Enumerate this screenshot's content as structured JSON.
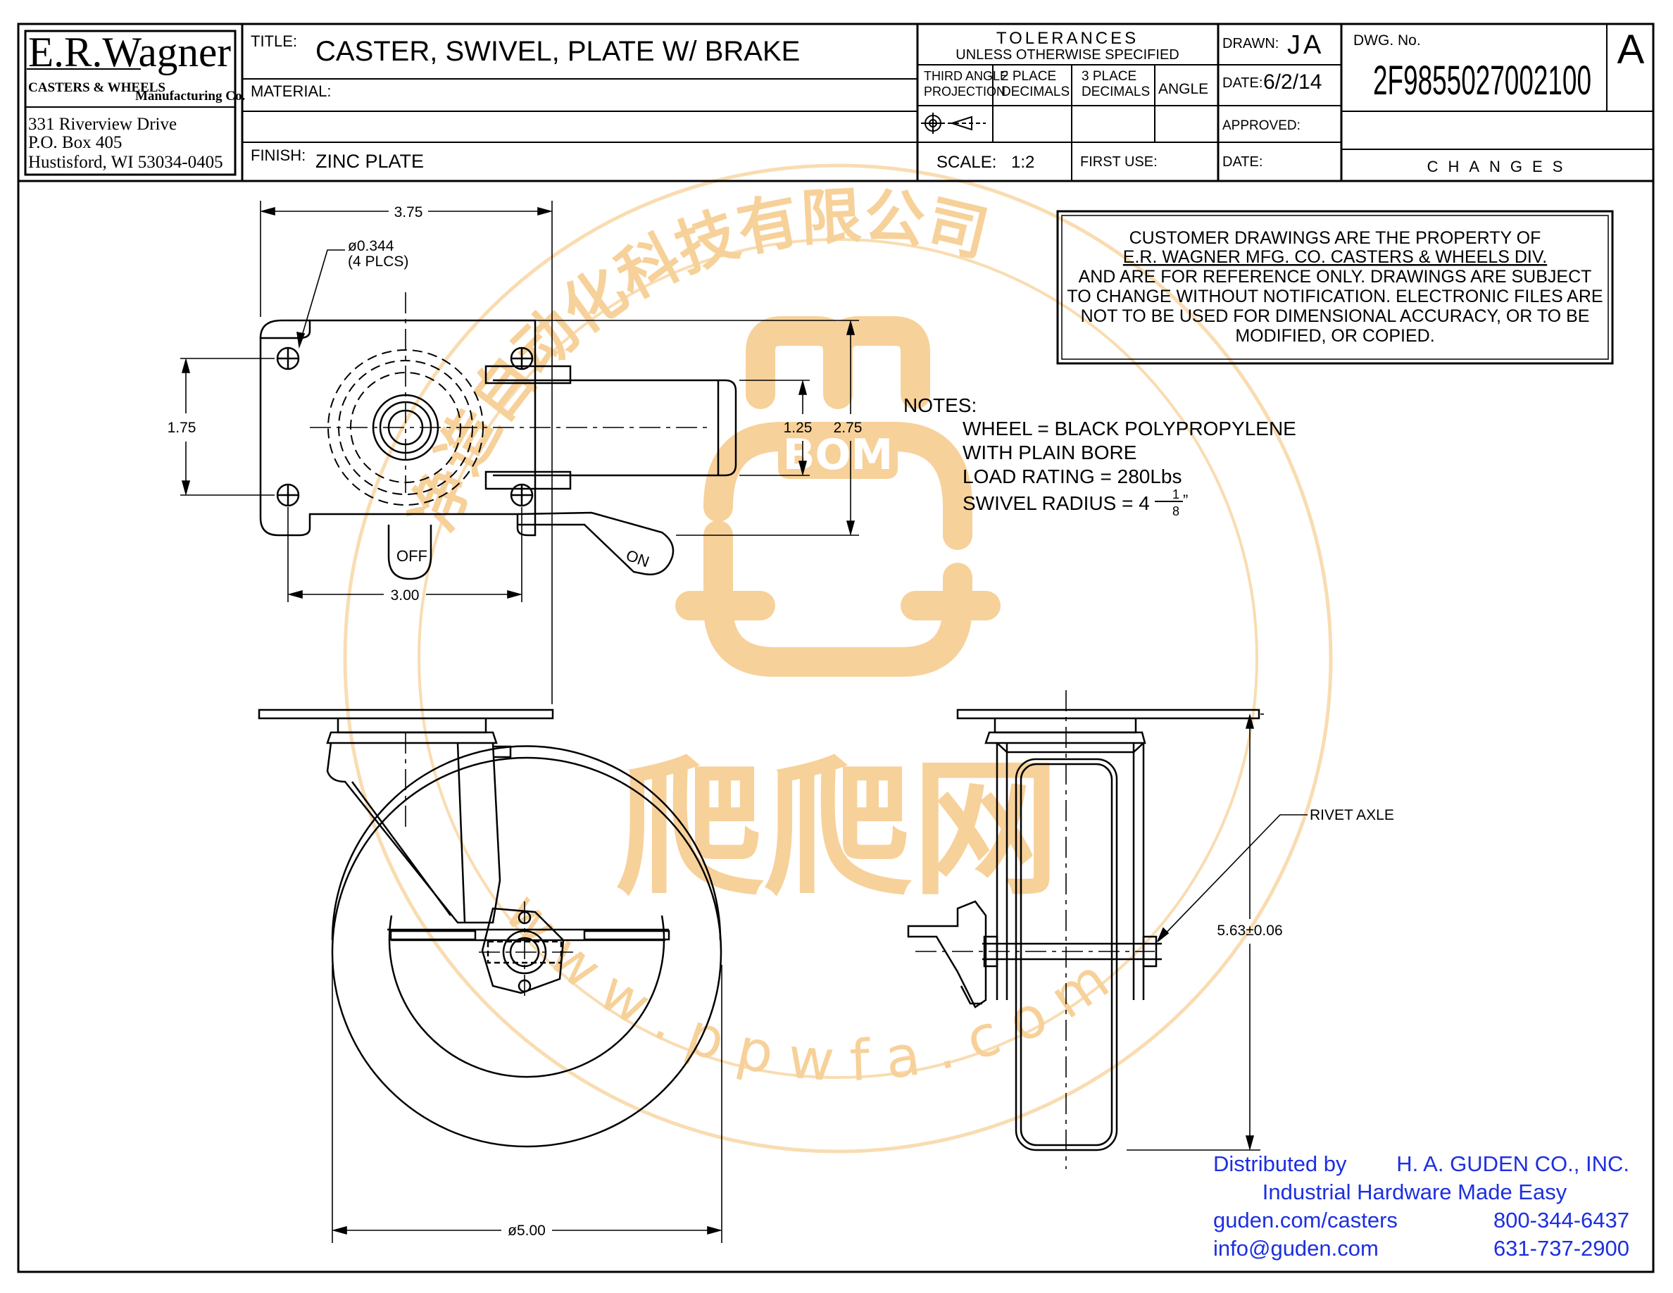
{
  "company": {
    "logo_text": "E.R.Wagner",
    "tag_left": "CASTERS & WHEELS",
    "tag_right": "Manufacturing Co.",
    "address_1": "331 Riverview Drive",
    "address_2": "P.O. Box 405",
    "address_3": "Hustisford, WI 53034-0405"
  },
  "title_block": {
    "title_label": "TITLE:",
    "title_value": "CASTER,  SWIVEL,  PLATE  W/  BRAKE",
    "material_label": "MATERIAL:",
    "material_value": "",
    "finish_label": "FINISH:",
    "finish_value": "ZINC  PLATE",
    "tolerances_title": "TOLERANCES",
    "tolerances_sub": "UNLESS  OTHERWISE  SPECIFIED",
    "projection_1": "THIRD ANGLE",
    "projection_2": "PROJECTION",
    "two_place_1": "2  PLACE",
    "two_place_2": "DECIMALS",
    "three_place_1": "3  PLACE",
    "three_place_2": "DECIMALS",
    "angle_label": "ANGLE",
    "scale_label": "SCALE:",
    "scale_value": "1:2",
    "first_use_label": "FIRST USE:",
    "drawn_label": "DRAWN:",
    "drawn_value": "JA",
    "date_label": "DATE:",
    "date_value": "6/2/14",
    "approved_label": "APPROVED:",
    "date2_label": "DATE:",
    "dwg_label": "DWG.  No.",
    "dwg_value": "2F9855027002100",
    "revision": "A",
    "changes_label": "CHANGES"
  },
  "property_notice": {
    "line_1": "CUSTOMER  DRAWINGS  ARE  THE  PROPERTY  OF",
    "line_2": "E.R.  WAGNER  MFG.  CO.  CASTERS  &  WHEELS  DIV.",
    "line_3": "AND  ARE  FOR  REFERENCE  ONLY.  DRAWINGS  ARE  SUBJECT",
    "line_4": "TO  CHANGE  WITHOUT  NOTIFICATION.  ELECTRONIC  FILES  ARE",
    "line_5": "NOT  TO  BE  USED  FOR  DIMENSIONAL  ACCURACY,  OR  TO  BE",
    "line_6": "MODIFIED,  OR  COPIED."
  },
  "notes": {
    "heading": "NOTES:",
    "line_1": "WHEEL  =  BLACK  POLYPROPYLENE",
    "line_2": "WITH  PLAIN  BORE",
    "line_3": "LOAD  RATING  =  280Lbs",
    "line_4_prefix": "SWIVEL  RADIUS  =  4",
    "line_4_num": "1",
    "line_4_den": "8",
    "line_4_suffix": "”"
  },
  "dimensions": {
    "plate_width": "3.75",
    "hole_dia": "ø0.344",
    "hole_count": "(4  PLCS)",
    "hole_spacing_v": "1.75",
    "hole_spacing_h": "3.00",
    "inner_height": "1.25",
    "plate_height": "2.75",
    "wheel_dia": "ø5.00",
    "overall_height": "5.63±0.06",
    "axle_label": "RIVET  AXLE",
    "brake_off": "OFF",
    "brake_on": "ON"
  },
  "distributor": {
    "line_1_left": "Distributed by",
    "line_1_right": "H. A. GUDEN CO., INC.",
    "line_2": "Industrial Hardware Made Easy",
    "web": "guden.com/casters",
    "phone_1": "800-344-6437",
    "email": "info@guden.com",
    "phone_2": "631-737-2900"
  },
  "watermark": {
    "arc_text": "净造自动化科技有限公司",
    "badge": "BOM",
    "brand": "爬爬网",
    "url": "w w w . p p w f a . c o m",
    "color": "#f6c989"
  },
  "colors": {
    "ink": "#000000",
    "distributor": "#1d2fe0"
  }
}
